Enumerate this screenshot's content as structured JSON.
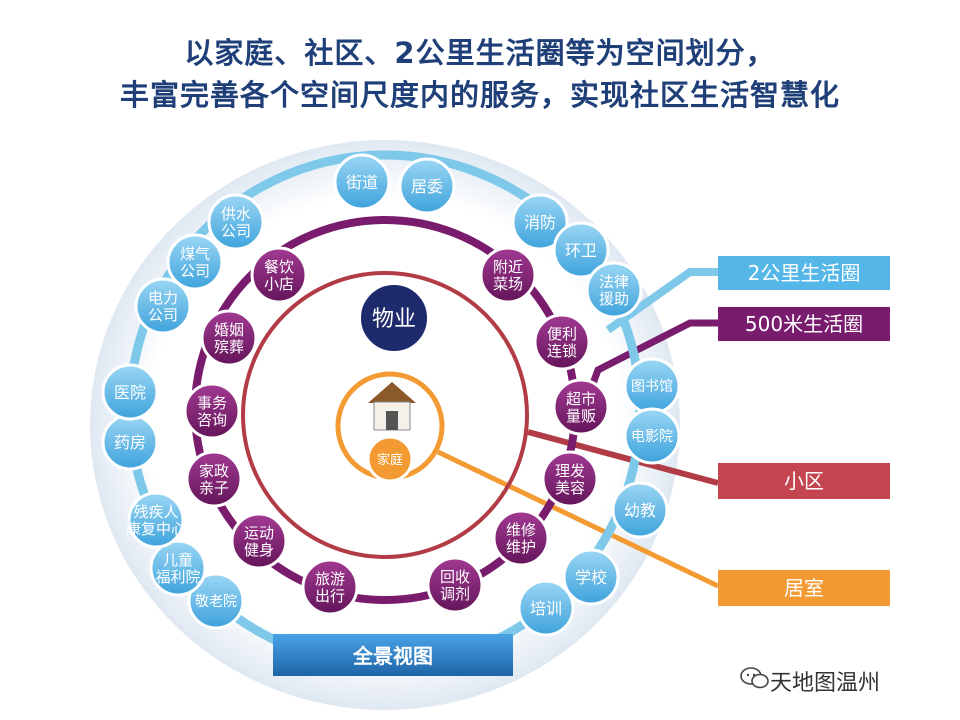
{
  "title_line1": "以家庭、社区、2公里生活圈等为空间划分，",
  "title_line2": "丰富完善各个空间尺度内的服务，实现社区生活智慧化",
  "colors": {
    "title": "#1f3f78",
    "outer_ring": "#7ec8ea",
    "purple_ring": "#7a1c6e",
    "red_ring": "#b23c46",
    "orange_ring": "#f39a32",
    "property": "#1d2a6b",
    "blue_node": "#5fb7e6",
    "label_blue": "#54b7e8",
    "label_purple": "#7a1c6e",
    "label_red": "#c4444f",
    "label_orange": "#f39a32",
    "banner": "#2c7dc4"
  },
  "outer_nodes": [
    "街道",
    "居委",
    "消防",
    "环卫",
    "法律\n援助",
    "图书馆",
    "电影院",
    "幼教",
    "学校",
    "培训",
    "敬老院",
    "儿童\n福利院",
    "残疾人\n康复中心",
    "药房",
    "医院",
    "电力\n公司",
    "煤气\n公司",
    "供水\n公司"
  ],
  "purple_nodes": [
    "餐饮\n小店",
    "附近\n菜场",
    "便利\n连锁",
    "超市\n量贩",
    "理发\n美容",
    "维修\n维护",
    "回收\n调剂",
    "旅游\n出行",
    "运动\n健身",
    "家政\n亲子",
    "事务\n咨询",
    "婚姻\n殡葬"
  ],
  "property_label": "物业",
  "home_label": "家庭",
  "labels": {
    "km2": "2公里生活圈",
    "m500": "500米生活圈",
    "community": "小区",
    "room": "居室"
  },
  "banner": "全景视图",
  "watermark": "天地图温州",
  "icons": {
    "home": "house-icon",
    "watermark": "wechat-icon"
  }
}
